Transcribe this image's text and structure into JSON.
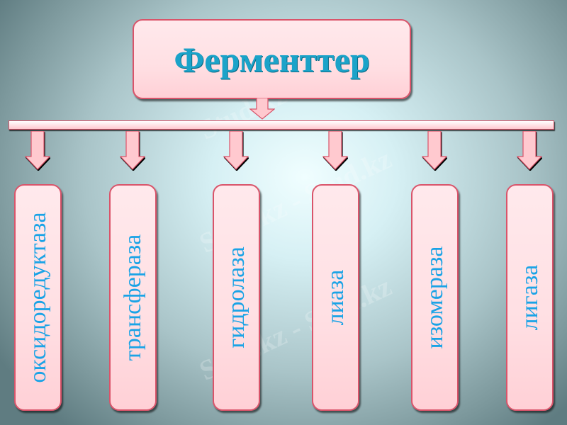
{
  "title": "Ферменттер",
  "enzymes": [
    {
      "label": "оксидоредуктаза"
    },
    {
      "label": "трансфераза"
    },
    {
      "label": "гидролаза"
    },
    {
      "label": "лиаза"
    },
    {
      "label": "изомераза"
    },
    {
      "label": "лигаза"
    }
  ],
  "watermark": "Stud.kz - Stud.kz",
  "colors": {
    "box_fill": "#ffe1e5",
    "box_border": "#d9546a",
    "title_text": "#1ba3c9",
    "label_text": "#1aa3e6"
  }
}
